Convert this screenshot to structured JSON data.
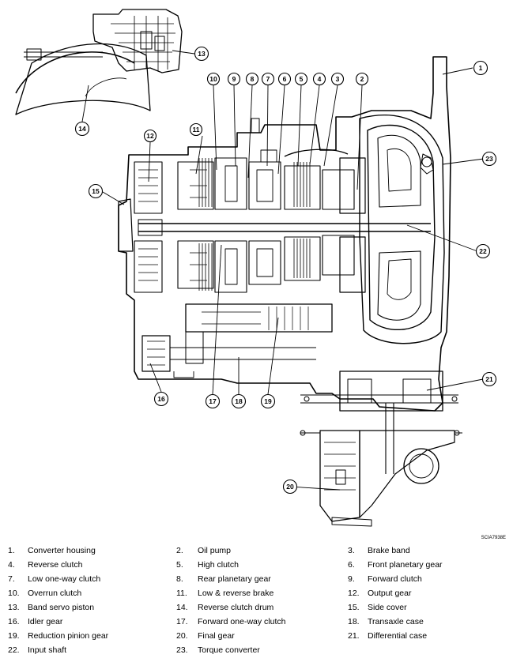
{
  "figure_id": "SCIA7938E",
  "callouts": [
    "1",
    "2",
    "3",
    "4",
    "5",
    "6",
    "7",
    "8",
    "9",
    "10",
    "11",
    "12",
    "13",
    "14",
    "15",
    "16",
    "17",
    "18",
    "19",
    "20",
    "21",
    "22",
    "23"
  ],
  "legend": [
    {
      "num": "1.",
      "label": "Converter housing"
    },
    {
      "num": "2.",
      "label": "Oil pump"
    },
    {
      "num": "3.",
      "label": "Brake band"
    },
    {
      "num": "4.",
      "label": "Reverse clutch"
    },
    {
      "num": "5.",
      "label": "High clutch"
    },
    {
      "num": "6.",
      "label": "Front planetary gear"
    },
    {
      "num": "7.",
      "label": "Low one-way clutch"
    },
    {
      "num": "8.",
      "label": "Rear planetary gear"
    },
    {
      "num": "9.",
      "label": "Forward clutch"
    },
    {
      "num": "10.",
      "label": "Overrun clutch"
    },
    {
      "num": "11.",
      "label": "Low & reverse brake"
    },
    {
      "num": "12.",
      "label": "Output gear"
    },
    {
      "num": "13.",
      "label": "Band servo piston"
    },
    {
      "num": "14.",
      "label": "Reverse clutch drum"
    },
    {
      "num": "15.",
      "label": "Side cover"
    },
    {
      "num": "16.",
      "label": "Idler gear"
    },
    {
      "num": "17.",
      "label": "Forward one-way clutch"
    },
    {
      "num": "18.",
      "label": "Transaxle case"
    },
    {
      "num": "19.",
      "label": "Reduction pinion gear"
    },
    {
      "num": "20.",
      "label": "Final gear"
    },
    {
      "num": "21.",
      "label": "Differential case"
    },
    {
      "num": "22.",
      "label": "Input shaft"
    },
    {
      "num": "23.",
      "label": "Torque converter"
    }
  ]
}
